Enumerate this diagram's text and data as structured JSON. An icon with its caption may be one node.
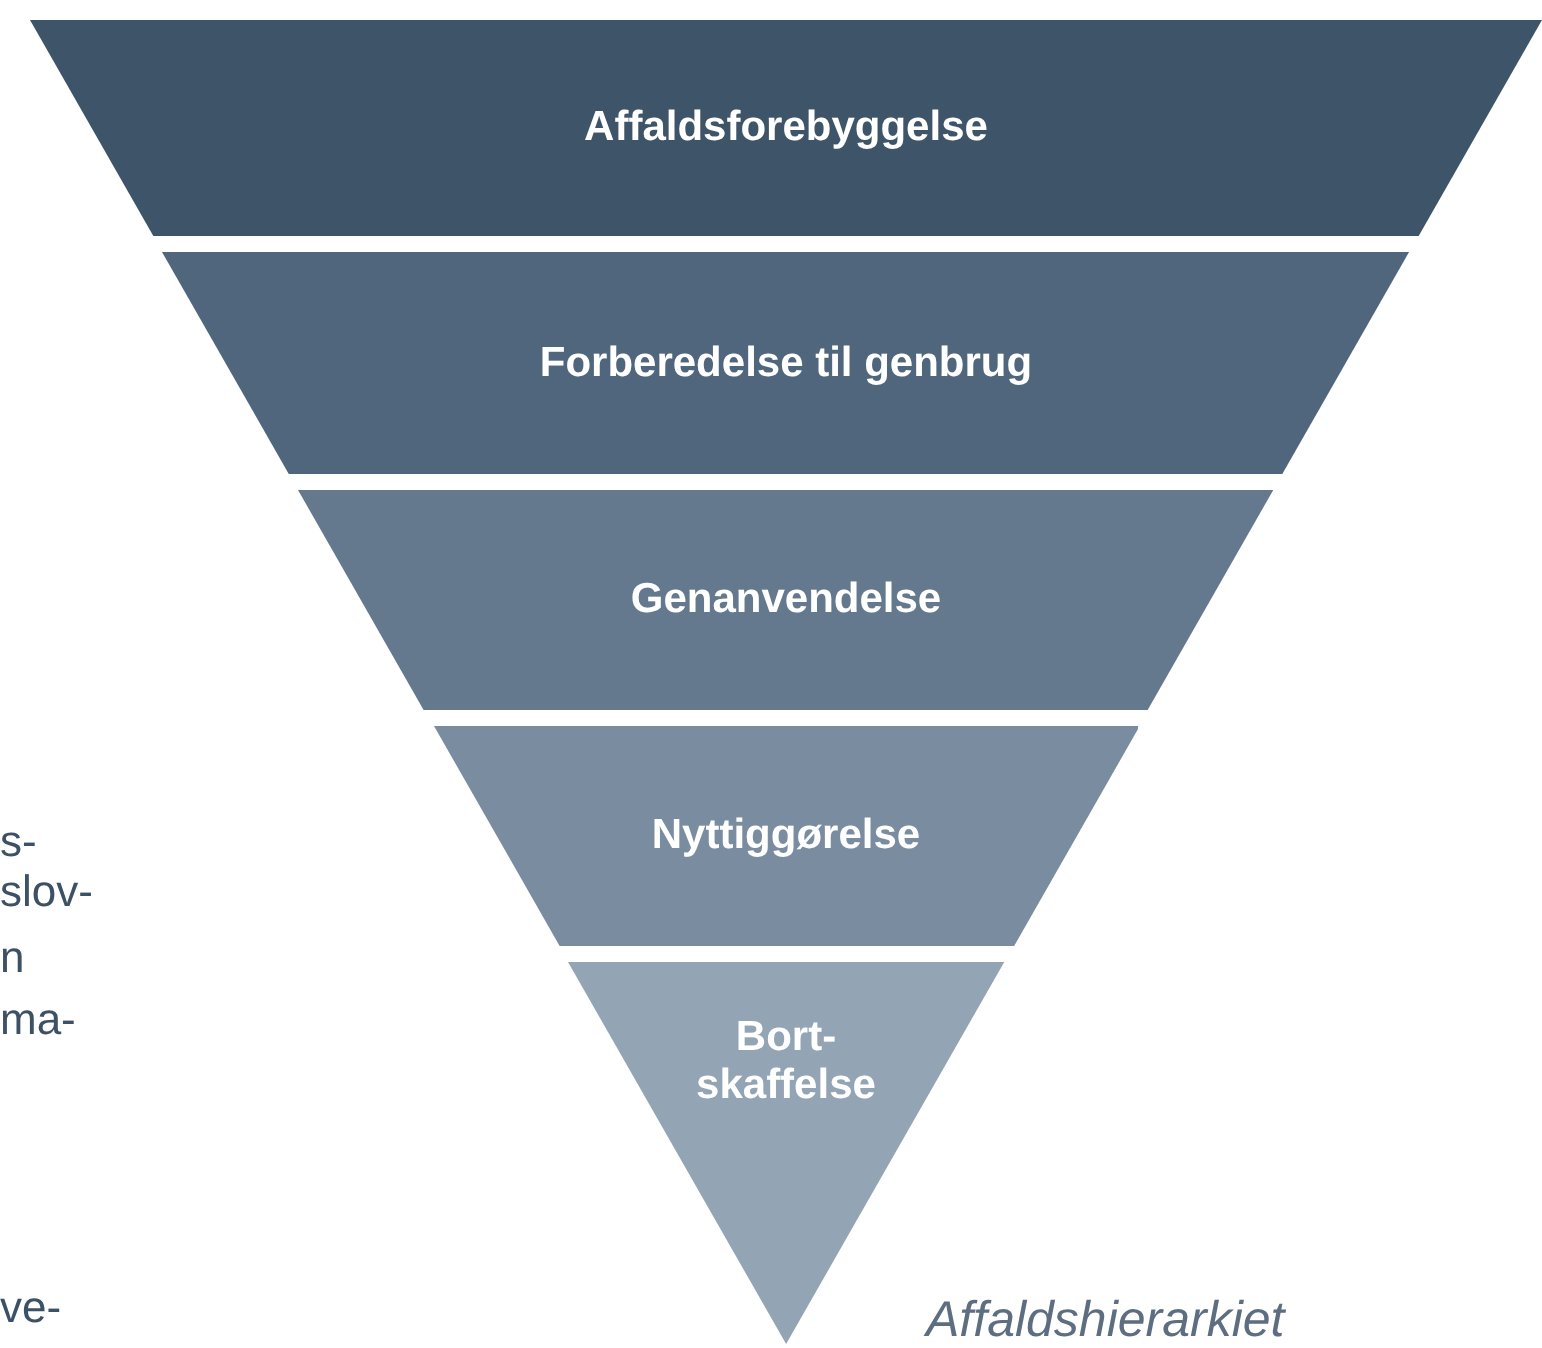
{
  "diagram": {
    "caption": "Affaldshierarkiet",
    "nodes": [
      {
        "text": [
          "Affaldsforebyggelse"
        ]
      },
      {
        "text": [
          "Forberedelse til genbrug"
        ]
      },
      {
        "text": [
          "Genanvendelse"
        ]
      },
      {
        "text": [
          "Nyttiggørelse"
        ]
      },
      {
        "text": [
          "Bort- skaffelse"
        ]
      }
    ],
    "labels": [
      "s-",
      "slov-",
      "n",
      "ma-",
      "ve-"
    ]
  }
}
